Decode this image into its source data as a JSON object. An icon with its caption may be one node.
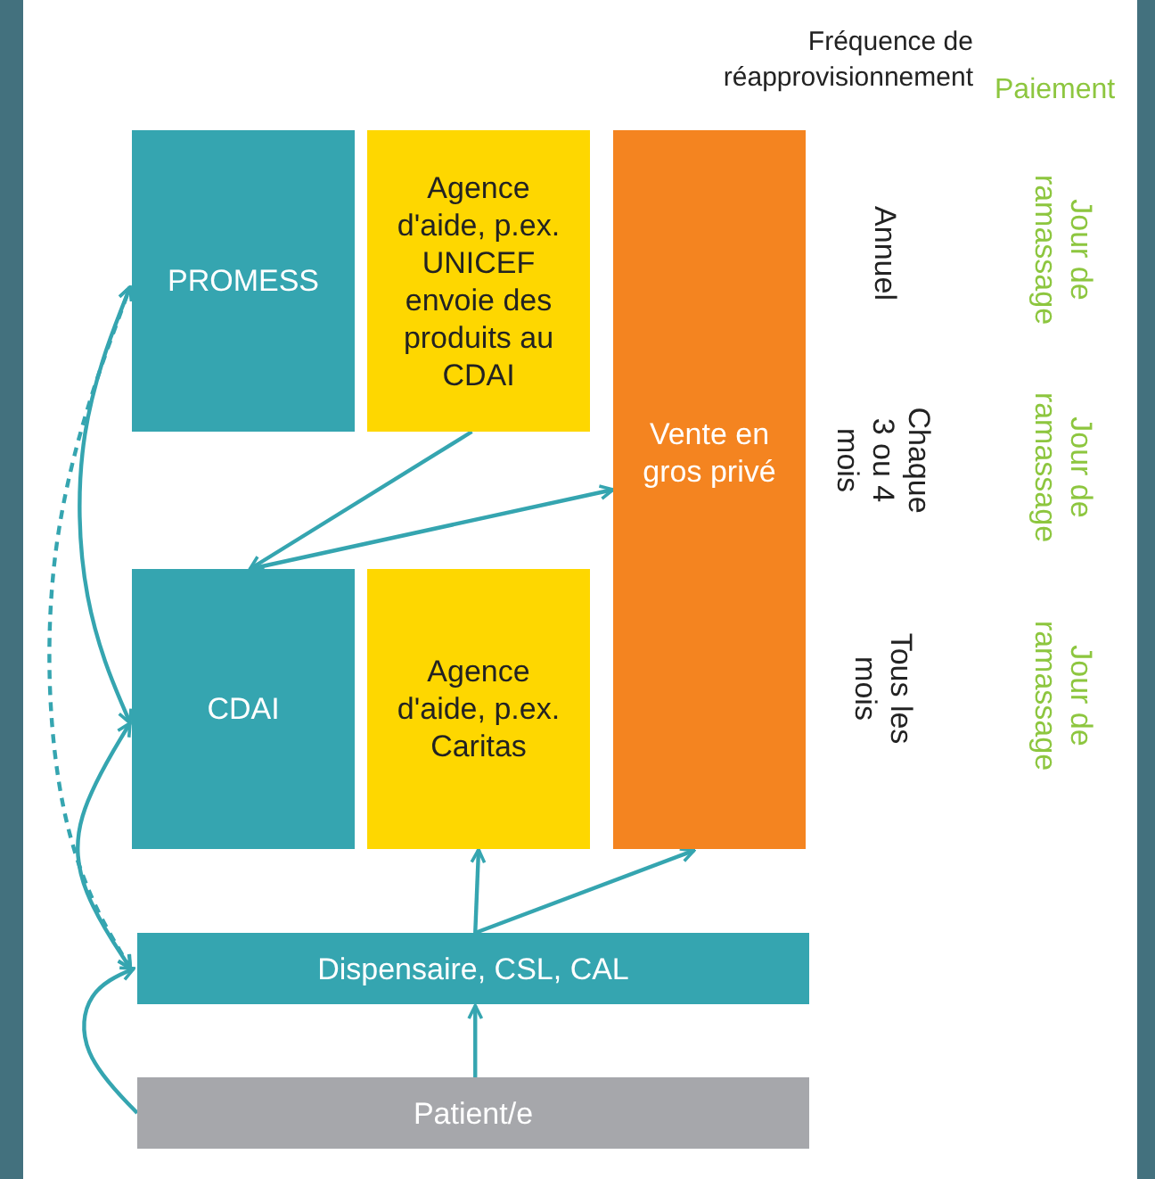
{
  "diagram": {
    "nodes": [
      {
        "text": [
          "PROMESS"
        ]
      },
      {
        "text": [
          "Agence d'aide, p.ex. UNICEF envoie des produits au CDAI"
        ]
      },
      {
        "text": [
          "Vente en gros privé"
        ]
      },
      {
        "text": [
          "CDAI"
        ]
      },
      {
        "text": [
          "Agence d'aide, p.ex. Caritas"
        ]
      },
      {
        "text": [
          "Dispensaire, CSL, CAL"
        ]
      },
      {
        "text": [
          "Patient/e"
        ]
      }
    ],
    "edges": [
      {
        "from": 1,
        "to": 3,
        "arrow": "to"
      },
      {
        "from": 3,
        "to": 2,
        "arrow": "to"
      },
      {
        "from": 5,
        "to": 4,
        "arrow": "to"
      },
      {
        "from": 5,
        "to": 2,
        "arrow": "to"
      },
      {
        "from": 6,
        "to": 5,
        "arrow": "to"
      },
      {
        "from": 6,
        "to": 5,
        "arrow": "to"
      },
      {
        "from": 3,
        "to": 0,
        "arrow": "both"
      },
      {
        "from": 5,
        "to": 3,
        "arrow": "both"
      },
      {
        "from": 5,
        "to": 0,
        "arrow": "both",
        "style": "dashed"
      }
    ],
    "labels": [
      "Fréquence de réapprovisionnement",
      "Paiement",
      "Jour de ramassage",
      "Annuel",
      "Chaque 3 ou 4 mois",
      "Jour de ramassage",
      "Tous les mois",
      "Jour de ramassage"
    ]
  }
}
